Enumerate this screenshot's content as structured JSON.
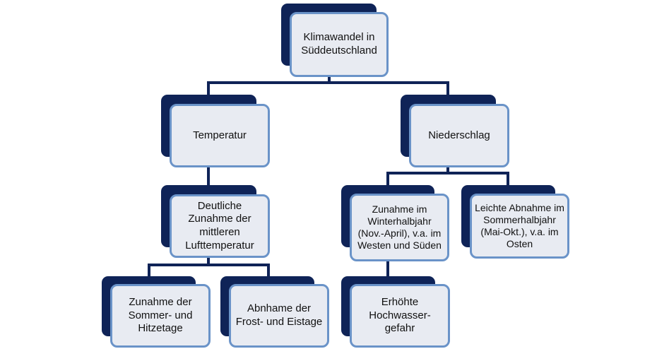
{
  "colors": {
    "back": "#0f2357",
    "border": "#6a93c8",
    "fill": "#e8ebf2",
    "connector": "#0f2357"
  },
  "nodes": {
    "root": "Klimawandel in Süddeutschland",
    "temperatur": "Temperatur",
    "niederschlag": "Niederschlag",
    "lufttemperatur": "Deutliche Zunahme der mittleren Lufttemperatur",
    "winterhalbjahr": "Zunahme im Winterhalbjahr (Nov.-April), v.a. im Westen und Süden",
    "sommerhalbjahr": "Leichte Abnahme im Sommerhalbjahr (Mai-Okt.), v.a. im Osten",
    "hitzetage": "Zunahme der Sommer- und Hitzetage",
    "frosttage": "Abnhame der Frost- und Eistage",
    "hochwasser": "Erhöhte Hochwasser-gefahr"
  }
}
